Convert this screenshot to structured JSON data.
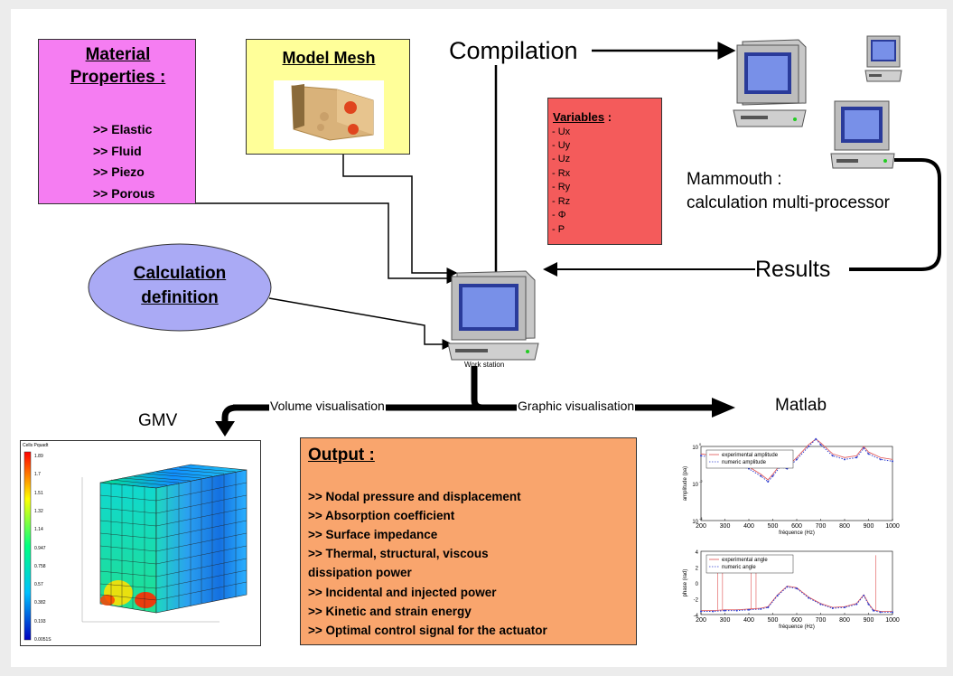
{
  "material": {
    "title_line1": "Material",
    "title_line2": "Properties :",
    "items": [
      ">> Elastic",
      ">> Fluid",
      ">> Piezo",
      ">> Porous"
    ]
  },
  "mesh": {
    "title": "Model Mesh"
  },
  "compilation": "Compilation",
  "variables": {
    "title": "Variables",
    "title_suffix": " :",
    "items": [
      "- Ux",
      "- Uy",
      "- Uz",
      "- Rx",
      "- Ry",
      "- Rz",
      "- Φ",
      "- P"
    ]
  },
  "mammouth": {
    "line1": "Mammouth :",
    "line2": "calculation multi-processor"
  },
  "results": "Results",
  "calc": {
    "line1": "Calculation",
    "line2": "definition"
  },
  "workstation": "Work station",
  "gmv": "GMV",
  "matlab": "Matlab",
  "volume_vis": "Volume visualisation",
  "graphic_vis": "Graphic visualisation",
  "output": {
    "title": "Output :",
    "items": [
      ">> Nodal pressure and displacement",
      ">> Absorption coefficient",
      ">> Surface impedance",
      ">> Thermal, structural, viscous",
      "dissipation power",
      ">> Incidental and injected power",
      ">> Kinetic and strain energy",
      ">> Optimal control signal for the actuator"
    ]
  },
  "gmv_colorbar": {
    "title": "Cells Pquadt",
    "ticks": [
      "1.89",
      "1.7",
      "1.51",
      "1.32",
      "1.14",
      "0.947",
      "0.758",
      "0.57",
      "0.382",
      "0.193",
      "0.0051S"
    ]
  },
  "colors": {
    "material": "#f57df2",
    "mesh": "#ffff99",
    "variables": "#f45b5b",
    "output": "#f9a56d",
    "calc": "#aaaaf5"
  },
  "chart_data": [
    {
      "type": "line",
      "title": "",
      "xlabel": "fréquence (Hz)",
      "ylabel": "amplitude (pa)",
      "xlim": [
        200,
        1000
      ],
      "xticks": [
        "200",
        "300",
        "400",
        "500",
        "600",
        "700",
        "800",
        "900",
        "1000"
      ],
      "yscale": "log",
      "ytick_labels": [
        "10",
        "10",
        "10"
      ],
      "ytick_exponents": [
        "0",
        "-2",
        "-4"
      ],
      "legend": "top-left",
      "x": [
        200,
        250,
        300,
        350,
        400,
        450,
        480,
        500,
        530,
        560,
        600,
        650,
        680,
        700,
        750,
        800,
        850,
        880,
        900,
        950,
        1000
      ],
      "series": [
        {
          "name": "experimental amplitude",
          "color": "#e05050",
          "values": [
            -0.4,
            -0.5,
            -0.7,
            -0.9,
            -1.1,
            -1.5,
            -1.8,
            -1.5,
            -1.0,
            -1.1,
            -0.6,
            0.1,
            0.4,
            0.2,
            -0.4,
            -0.6,
            -0.5,
            0.0,
            -0.3,
            -0.6,
            -0.7
          ]
        },
        {
          "name": "numeric amplitude",
          "color": "#3040d0",
          "values": [
            -0.5,
            -0.6,
            -0.8,
            -1.0,
            -1.2,
            -1.6,
            -1.9,
            -1.6,
            -1.1,
            -1.2,
            -0.7,
            0.0,
            0.4,
            0.1,
            -0.5,
            -0.7,
            -0.6,
            -0.1,
            -0.4,
            -0.7,
            -0.8
          ]
        }
      ]
    },
    {
      "type": "line",
      "title": "",
      "xlabel": "fréquence (Hz)",
      "ylabel": "phase (rad)",
      "xlim": [
        200,
        1000
      ],
      "ylim": [
        -4,
        4
      ],
      "xticks": [
        "200",
        "300",
        "400",
        "500",
        "600",
        "700",
        "800",
        "900",
        "1000"
      ],
      "yticks": [
        "4",
        "2",
        "0",
        "-2",
        "-4"
      ],
      "legend": "top-left",
      "x": [
        200,
        250,
        300,
        350,
        400,
        450,
        480,
        520,
        560,
        600,
        650,
        700,
        750,
        800,
        850,
        880,
        900,
        920,
        950,
        1000
      ],
      "series": [
        {
          "name": "experimental angle",
          "color": "#e05050",
          "values": [
            -3.5,
            -3.5,
            -3.4,
            -3.4,
            -3.3,
            -3.2,
            -3.0,
            -1.5,
            -0.4,
            -0.6,
            -1.8,
            -2.6,
            -3.1,
            -3.0,
            -2.6,
            -1.5,
            -2.6,
            -3.4,
            -3.6,
            -3.6
          ]
        },
        {
          "name": "numeric angle",
          "color": "#3040d0",
          "values": [
            -3.6,
            -3.6,
            -3.5,
            -3.5,
            -3.4,
            -3.3,
            -3.1,
            -1.6,
            -0.5,
            -0.7,
            -1.9,
            -2.7,
            -3.2,
            -3.1,
            -2.7,
            -1.6,
            -2.7,
            -3.5,
            -3.7,
            -3.7
          ]
        }
      ]
    }
  ]
}
